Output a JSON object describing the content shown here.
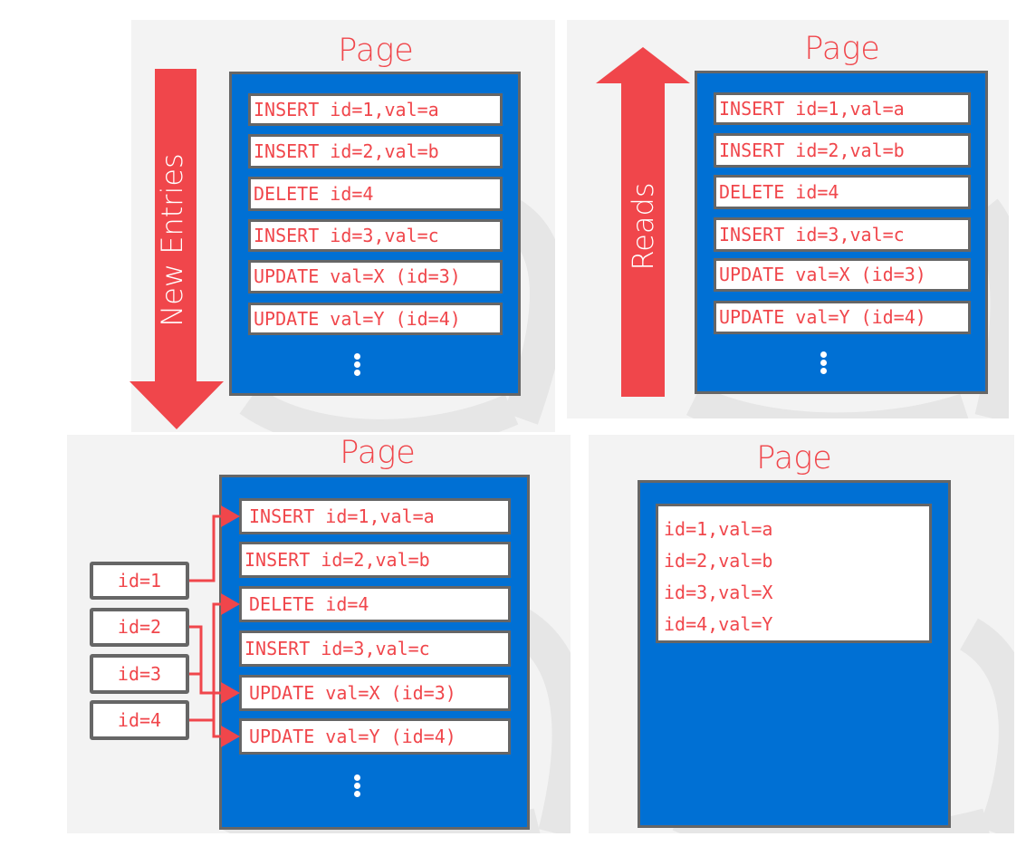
{
  "page_title": "Page",
  "log_entries": [
    "INSERT id=1,val=a",
    "INSERT id=2,val=b",
    "DELETE id=4",
    "INSERT id=3,val=c",
    "UPDATE val=X (id=3)",
    "UPDATE val=Y (id=4)"
  ],
  "new_entries_label": "New Entries",
  "reads_label": "Reads",
  "index_ids": [
    "id=1",
    "id=2",
    "id=3",
    "id=4"
  ],
  "result_rows": [
    "id=1,val=a",
    "id=2,val=b",
    "id=3,val=X",
    "id=4,val=Y"
  ],
  "colors": {
    "accent_red": "#f0464b",
    "page_blue": "#0070d4",
    "border_gray": "#666666"
  }
}
